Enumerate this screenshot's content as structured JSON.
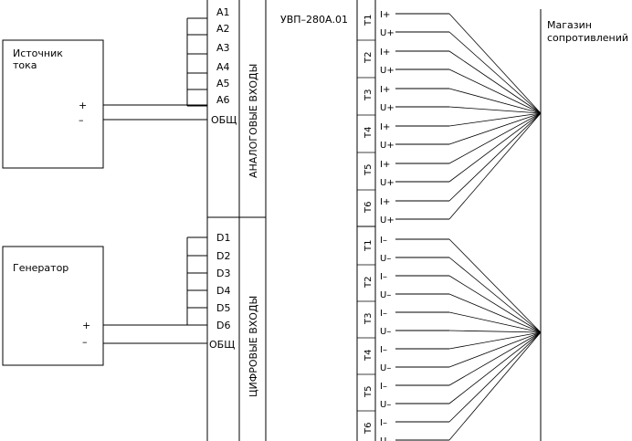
{
  "diagram": {
    "source_block": {
      "title_line1": "Источник",
      "title_line2": "тока",
      "plus": "+",
      "minus": "–"
    },
    "generator_block": {
      "title": "Генератор",
      "plus": "+",
      "minus": "–"
    },
    "device": {
      "name": "УВП–280А.01",
      "analog_section_label": "АНАЛОГОВЫЕ ВХОДЫ",
      "digital_section_label": "ЦИФРОВЫЕ ВХОДЫ",
      "analog_inputs": [
        "A1",
        "A2",
        "A3",
        "A4",
        "A5",
        "A6"
      ],
      "analog_common": "ОБЩ",
      "digital_inputs": [
        "D1",
        "D2",
        "D3",
        "D4",
        "D5",
        "D6"
      ],
      "digital_common": "ОБЩ",
      "thermo_upper": [
        {
          "name": "T1",
          "pins": [
            "I+",
            "U+"
          ]
        },
        {
          "name": "T2",
          "pins": [
            "I+",
            "U+"
          ]
        },
        {
          "name": "T3",
          "pins": [
            "I+",
            "U+"
          ]
        },
        {
          "name": "T4",
          "pins": [
            "I+",
            "U+"
          ]
        },
        {
          "name": "T5",
          "pins": [
            "I+",
            "U+"
          ]
        },
        {
          "name": "T6",
          "pins": [
            "I+",
            "U+"
          ]
        }
      ],
      "thermo_lower": [
        {
          "name": "T1",
          "pins": [
            "I–",
            "U–"
          ]
        },
        {
          "name": "T2",
          "pins": [
            "I–",
            "U–"
          ]
        },
        {
          "name": "T3",
          "pins": [
            "I–",
            "U–"
          ]
        },
        {
          "name": "T4",
          "pins": [
            "I–",
            "U–"
          ]
        },
        {
          "name": "T5",
          "pins": [
            "I–",
            "U–"
          ]
        },
        {
          "name": "T6",
          "pins": [
            "I–",
            "U–"
          ]
        }
      ]
    },
    "resistance_box": {
      "title_line1": "Магазин",
      "title_line2": "сопротивлений"
    }
  }
}
